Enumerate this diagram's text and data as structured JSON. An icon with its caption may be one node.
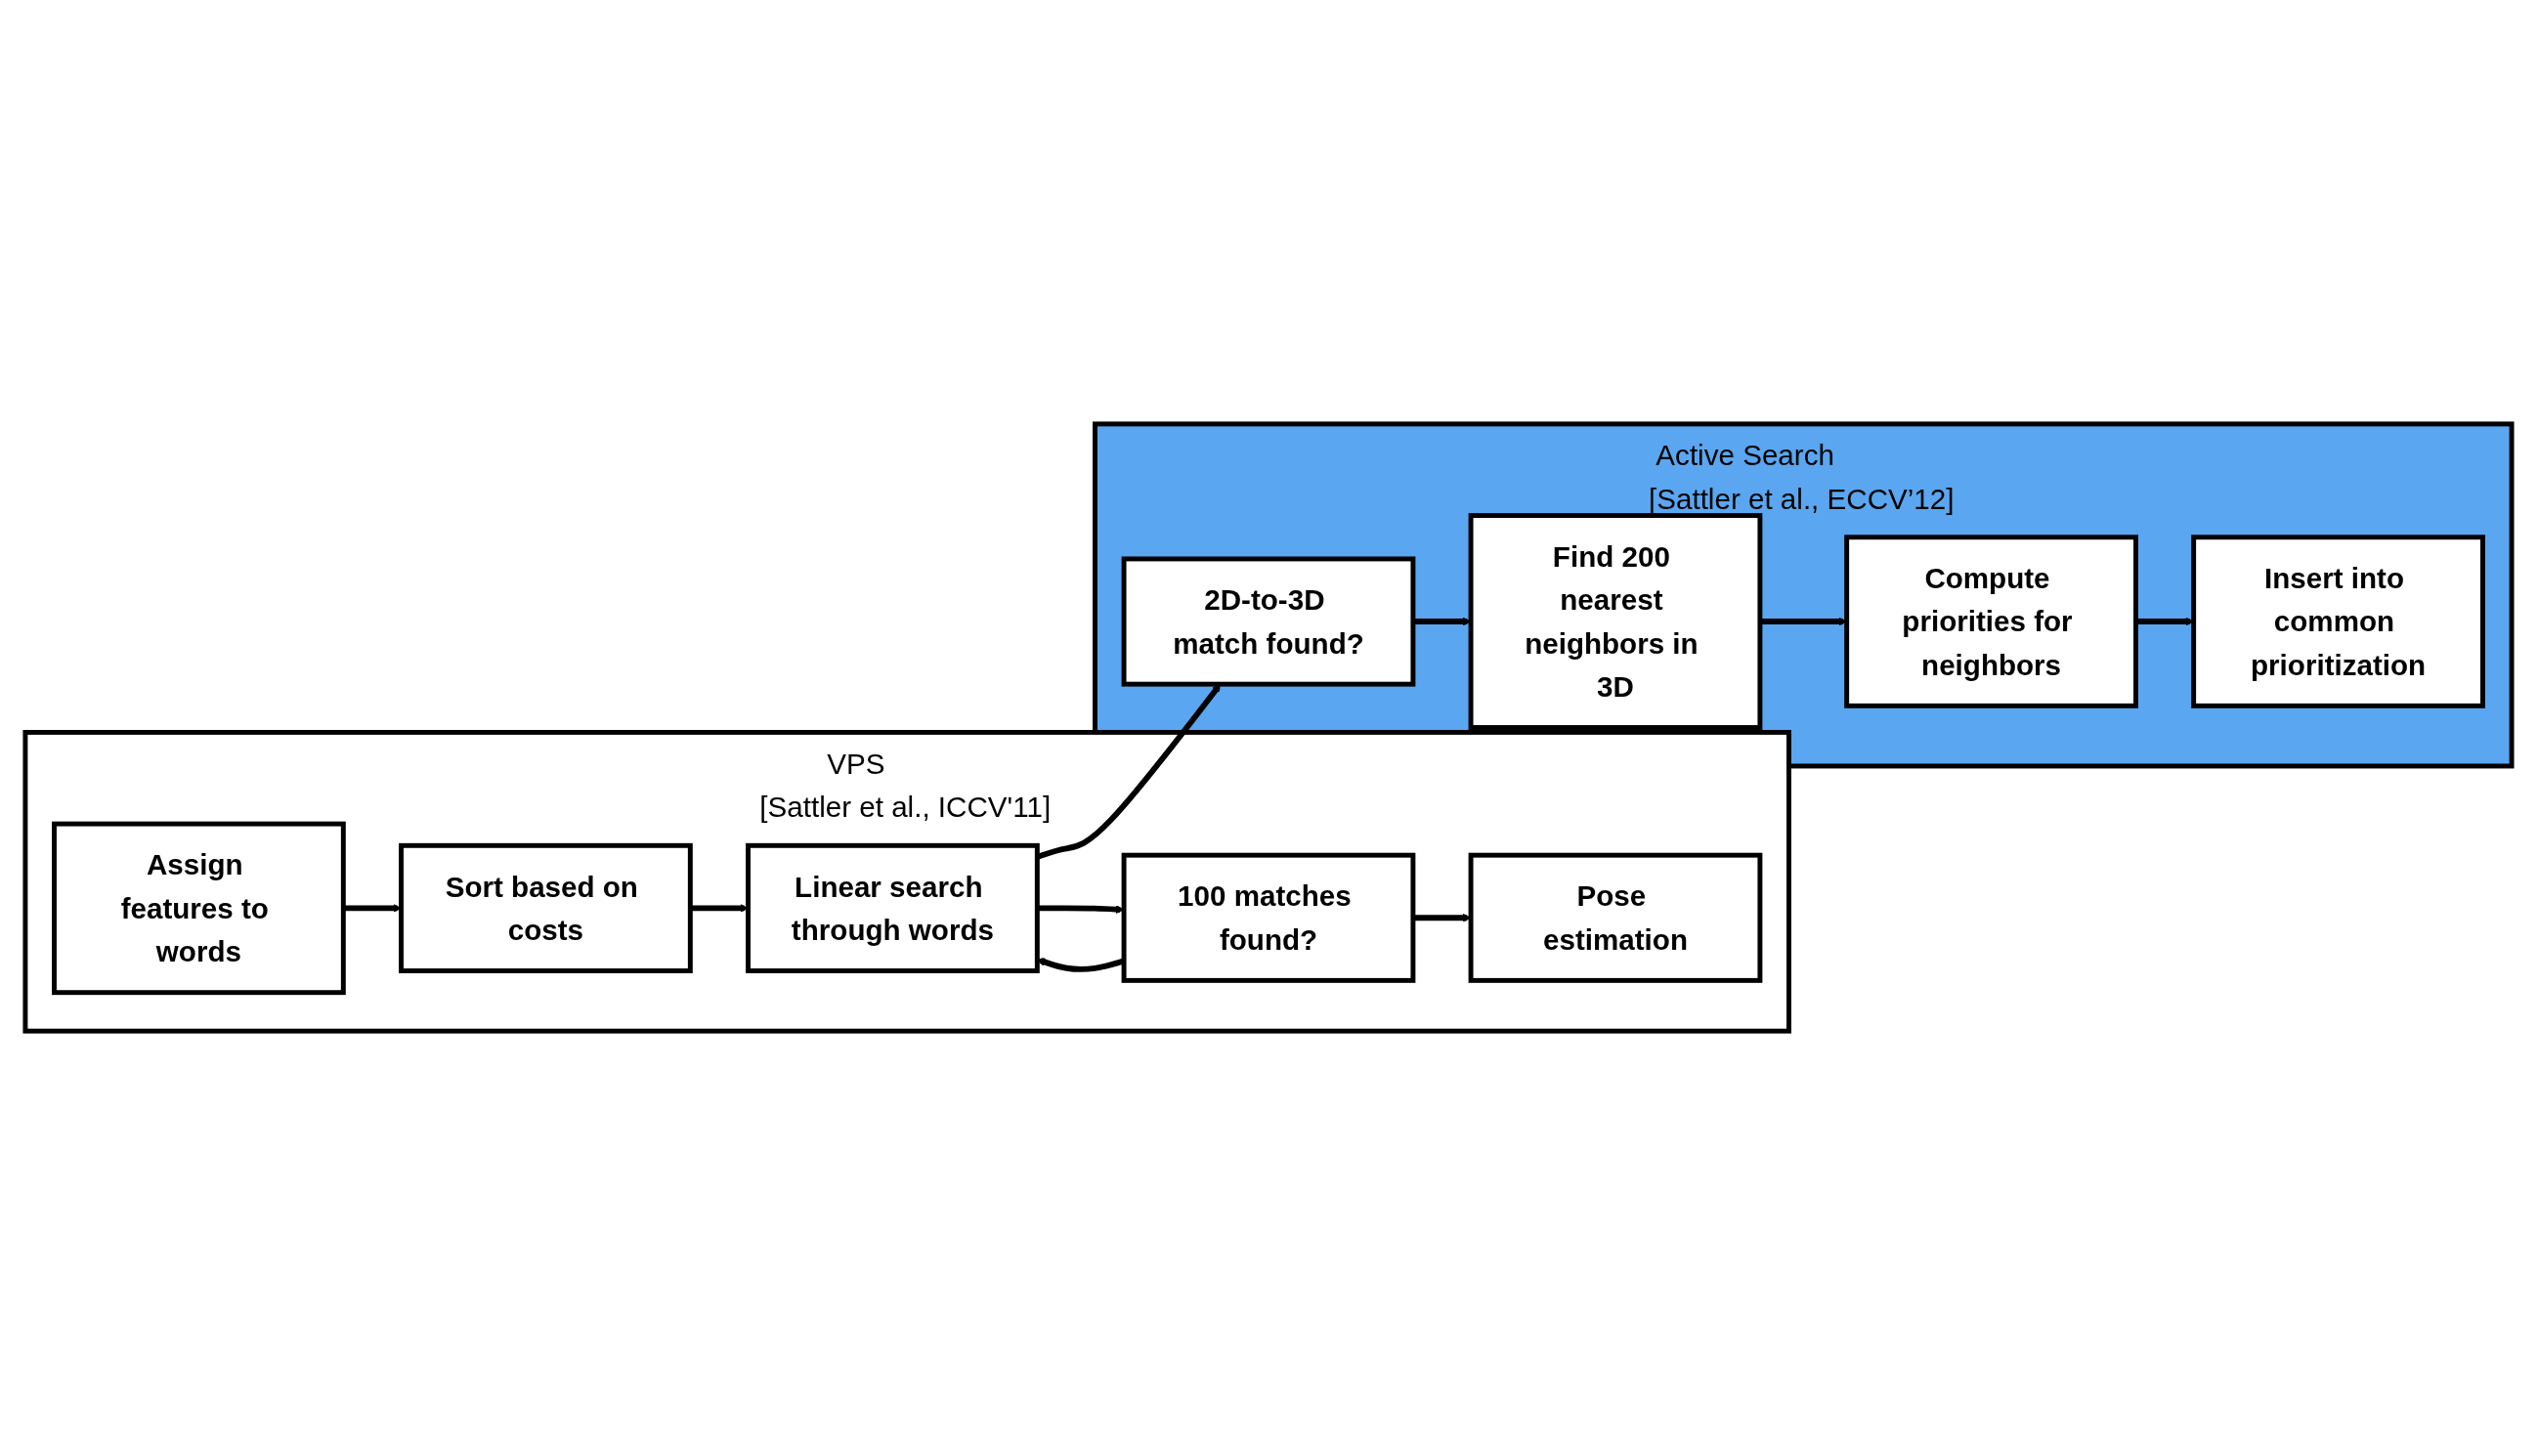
{
  "diagram": {
    "nodes": [
      {
        "text": [
          "VPS",
          "[Sattler et al., ICCV'11]"
        ]
      },
      {
        "text": [
          "Assign features to words"
        ],
        "in": 0
      },
      {
        "text": [
          "Sort based on costs"
        ],
        "in": 0
      },
      {
        "text": [
          "Linear search through words"
        ],
        "in": 0
      },
      {
        "text": [
          "100 matches found?"
        ],
        "in": 0
      },
      {
        "text": [
          "Pose estimation"
        ],
        "in": 0
      },
      {
        "text": [
          "Active Search",
          "[Sattler et al., ECCV’12]"
        ]
      },
      {
        "text": [
          "2D-to-3D match found?"
        ],
        "in": 6
      },
      {
        "text": [
          "Find 200 nearest neighbors in 3D"
        ],
        "in": 6
      },
      {
        "text": [
          "Compute priorities for neighbors"
        ],
        "in": 6
      },
      {
        "text": [
          "Insert into common prioritization"
        ],
        "in": 6
      }
    ],
    "edges": [
      {
        "from": 1,
        "to": 2,
        "arrow": "to"
      },
      {
        "from": 2,
        "to": 3,
        "arrow": "to"
      },
      {
        "from": 3,
        "to": 4,
        "arrow": "to"
      },
      {
        "from": 4,
        "to": 5,
        "arrow": "to"
      },
      {
        "from": 4,
        "to": 3,
        "arrow": "to"
      },
      {
        "from": 3,
        "to": 7,
        "arrow": "to"
      },
      {
        "from": 7,
        "to": 8,
        "arrow": "to"
      },
      {
        "from": 8,
        "to": 9,
        "arrow": "to"
      },
      {
        "from": 9,
        "to": 10,
        "arrow": "to"
      }
    ]
  }
}
